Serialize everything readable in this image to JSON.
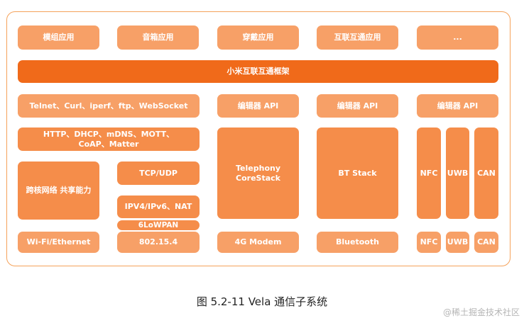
{
  "top_apps": [
    "模组应用",
    "音箱应用",
    "穿戴应用",
    "互联互通应用",
    "..."
  ],
  "framework": "小米互联互通框架",
  "net_tools": "Telnet、Curl、iperf、ftp、WebSocket",
  "net_protocols": "HTTP、DHCP、mDNS、MOTT、CoAP、Matter",
  "cross_network": "跨核网络 共享能力",
  "tcp_udp": "TCP/UDP",
  "ipv": "IPV4/IPv6、NAT",
  "lowpan": "6LoWPAN",
  "wifi": "Wi-Fi/Ethernet",
  "ieee": "802.15.4",
  "editor_api": "编辑器 API",
  "telephony": "Telephony CoreStack",
  "modem": "4G Modem",
  "bt_stack": "BT Stack",
  "bluetooth": "Bluetooth",
  "nfc": "NFC",
  "uwb": "UWB",
  "can": "CAN",
  "caption": "图 5.2-11 Vela 通信子系统",
  "watermark": "@稀土掘金技术社区"
}
